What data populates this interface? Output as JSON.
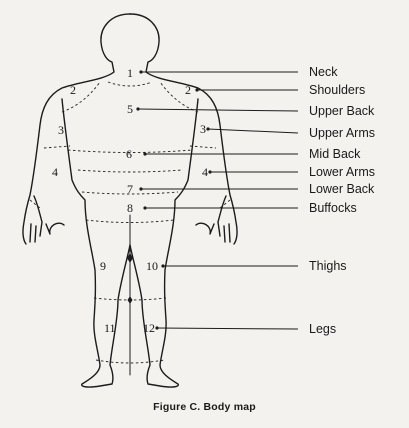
{
  "figure": {
    "caption": "Figure C. Body map",
    "regions": [
      {
        "number": "1",
        "label": "Neck"
      },
      {
        "number": "2",
        "label": "Shoulders"
      },
      {
        "number": "5",
        "label": "Upper Back"
      },
      {
        "number": "3",
        "label": "Upper Arms"
      },
      {
        "number": "6",
        "label": "Mid Back"
      },
      {
        "number": "4",
        "label": "Lower Arms"
      },
      {
        "number": "7",
        "label": "Lower Back"
      },
      {
        "number": "8",
        "label": "Buffocks"
      },
      {
        "number": "10",
        "label": "Thighs"
      },
      {
        "number": "12",
        "label": "Legs"
      }
    ],
    "unlabeled_numbers": [
      "2",
      "3",
      "4",
      "9",
      "11"
    ]
  }
}
